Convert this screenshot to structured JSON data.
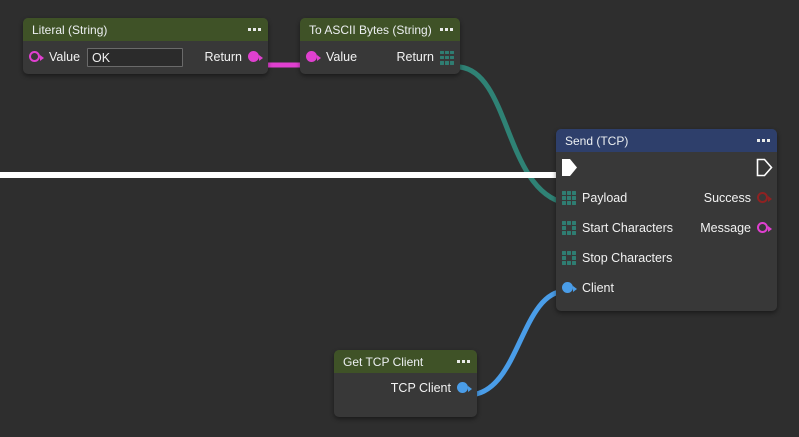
{
  "editor": {
    "name": "node-graph-editor",
    "background_color": "#2e2e2e",
    "node_body_color": "#383838"
  },
  "palette": {
    "header_green": "#3f5227",
    "header_blue": "#2e3f6b",
    "wire_magenta": "#e040d0",
    "wire_teal": "#2f8275",
    "wire_blue": "#4a9de8",
    "wire_exec_white": "#ffffff",
    "port_magenta": "#e040d0",
    "port_teal": "#2f7d72",
    "port_blue": "#4a9de8",
    "port_red": "#8f2222",
    "text_primary": "#f2f2f2"
  },
  "nodes": [
    {
      "id": "literal-string",
      "title": "Literal (String)",
      "header_style": "green",
      "menu_icon": "ellipsis-icon",
      "inputs": [
        {
          "label": "Value",
          "port_icon": "string-port-icon",
          "port_shape": "circle",
          "connected": false,
          "color": "#e040d0"
        }
      ],
      "field": {
        "name": "value-input",
        "value": "OK",
        "placeholder": ""
      },
      "outputs": [
        {
          "label": "Return",
          "port_icon": "string-port-icon",
          "port_shape": "circle",
          "connected": true,
          "color": "#e040d0"
        }
      ]
    },
    {
      "id": "to-ascii-bytes-string",
      "title": "To ASCII Bytes (String)",
      "header_style": "green",
      "menu_icon": "ellipsis-icon",
      "inputs": [
        {
          "label": "Value",
          "port_icon": "string-port-icon",
          "port_shape": "circle",
          "connected": true,
          "color": "#e040d0"
        }
      ],
      "outputs": [
        {
          "label": "Return",
          "port_icon": "byte-array-port-icon",
          "port_shape": "grid",
          "connected": true,
          "color": "#2f7d72"
        }
      ]
    },
    {
      "id": "send-tcp",
      "title": "Send (TCP)",
      "header_style": "blue",
      "menu_icon": "ellipsis-icon",
      "exec_in": {
        "label": "",
        "port_icon": "exec-in-arrow-icon",
        "connected": true
      },
      "exec_out": {
        "label": "",
        "port_icon": "exec-out-arrow-icon",
        "connected": false
      },
      "inputs": [
        {
          "label": "Payload",
          "port_icon": "byte-array-port-icon",
          "port_shape": "grid",
          "connected": true,
          "color": "#2f7d72"
        },
        {
          "label": "Start Characters",
          "port_icon": "byte-array-port-icon",
          "port_shape": "grid",
          "connected": false,
          "color": "#2f7d72"
        },
        {
          "label": "Stop Characters",
          "port_icon": "byte-array-port-icon",
          "port_shape": "grid",
          "connected": false,
          "color": "#2f7d72"
        },
        {
          "label": "Client",
          "port_icon": "client-port-icon",
          "port_shape": "circle",
          "connected": true,
          "color": "#4a9de8"
        }
      ],
      "outputs": [
        {
          "label": "Success",
          "port_icon": "boolean-port-icon",
          "port_shape": "circle",
          "connected": false,
          "color": "#8f2222"
        },
        {
          "label": "Message",
          "port_icon": "string-port-icon",
          "port_shape": "circle",
          "connected": false,
          "color": "#e040d0"
        }
      ]
    },
    {
      "id": "get-tcp-client",
      "title": "Get TCP Client",
      "header_style": "green",
      "menu_icon": "ellipsis-icon",
      "outputs": [
        {
          "label": "TCP Client",
          "port_icon": "client-port-icon",
          "port_shape": "circle",
          "connected": true,
          "color": "#4a9de8"
        }
      ]
    }
  ],
  "wires": [
    {
      "name": "wire-literal-return-to-ascii-value",
      "color": "#e040d0",
      "type": "data",
      "from": "literal-string.Return",
      "to": "to-ascii-bytes-string.Value"
    },
    {
      "name": "wire-ascii-return-to-send-payload",
      "color": "#2f8275",
      "type": "data",
      "from": "to-ascii-bytes-string.Return",
      "to": "send-tcp.Payload"
    },
    {
      "name": "wire-exec-into-send",
      "color": "#ffffff",
      "type": "execution",
      "from": "offscreen-left",
      "to": "send-tcp.exec_in"
    },
    {
      "name": "wire-tcpclient-to-send-client",
      "color": "#4a9de8",
      "type": "data",
      "from": "get-tcp-client.TCP Client",
      "to": "send-tcp.Client"
    }
  ]
}
